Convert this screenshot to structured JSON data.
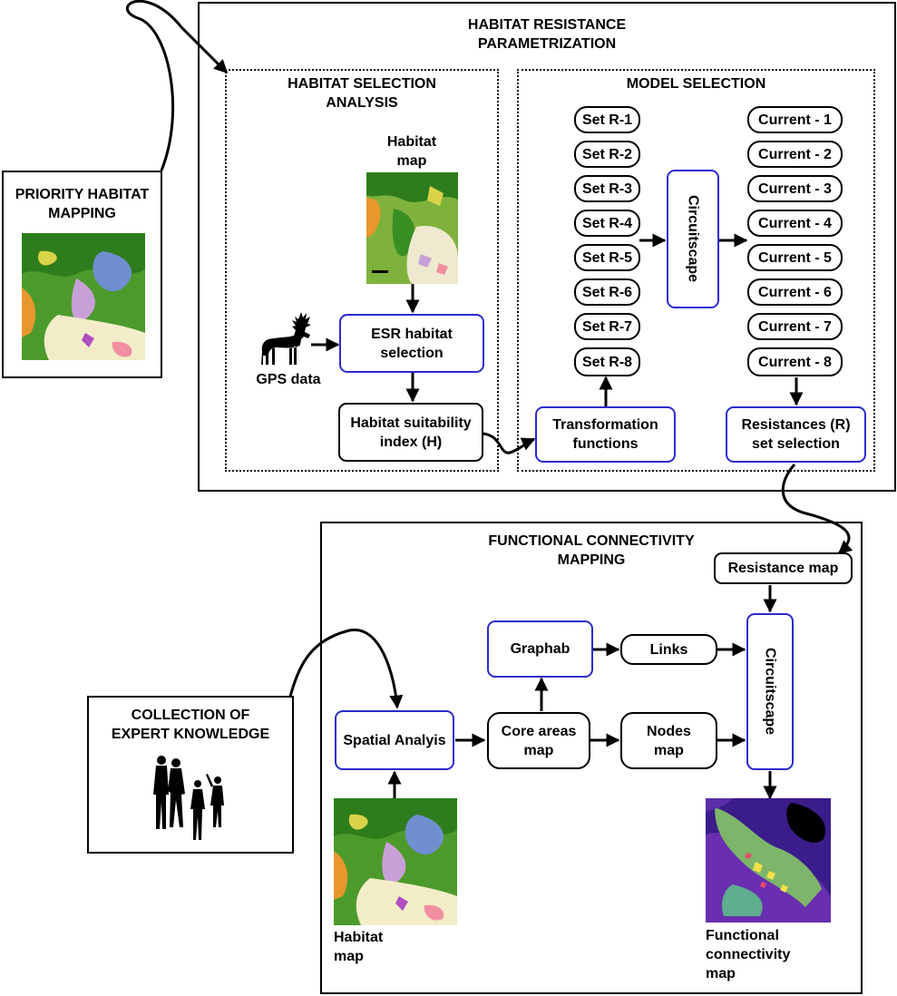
{
  "priority": {
    "title": "PRIORITY HABITAT\nMAPPING"
  },
  "hrp": {
    "title": "HABITAT RESISTANCE\nPARAMETRIZATION",
    "habitat_selection": {
      "title": "HABITAT SELECTION\nANALYSIS",
      "habitat_map_label": "Habitat\nmap",
      "gps_label": "GPS data",
      "esr": "ESR habitat\nselection",
      "hsi": "Habitat suitability\nindex (H)"
    },
    "model_selection": {
      "title": "MODEL SELECTION",
      "sets": [
        "Set R-1",
        "Set R-2",
        "Set R-3",
        "Set R-4",
        "Set R-5",
        "Set R-6",
        "Set R-7",
        "Set R-8"
      ],
      "circuitscape": "Circuitscape",
      "currents": [
        "Current - 1",
        "Current - 2",
        "Current - 3",
        "Current - 4",
        "Current - 5",
        "Current - 6",
        "Current - 7",
        "Current - 8"
      ],
      "transformation": "Transformation\nfunctions",
      "resistance_selection": "Resistances (R)\nset selection"
    }
  },
  "fcm": {
    "title": "FUNCTIONAL CONNECTIVITY\nMAPPING",
    "resistance_map": "Resistance map",
    "graphab": "Graphab",
    "links": "Links",
    "circuitscape": "Circuitscape",
    "spatial": "Spatial Analyis",
    "core": "Core areas\nmap",
    "nodes": "Nodes\nmap",
    "habitat_map_label": "Habitat\nmap",
    "functional_map_label": "Functional\nconnectivity\nmap"
  },
  "expert": {
    "title": "COLLECTION OF\nEXPERT KNOWLEDGE"
  },
  "colors": {
    "node_border_blue": "#2b2bd0",
    "line": "#000000"
  },
  "icons": {
    "deer": "deer-silhouette-icon",
    "people": "people-silhouette-icon"
  }
}
